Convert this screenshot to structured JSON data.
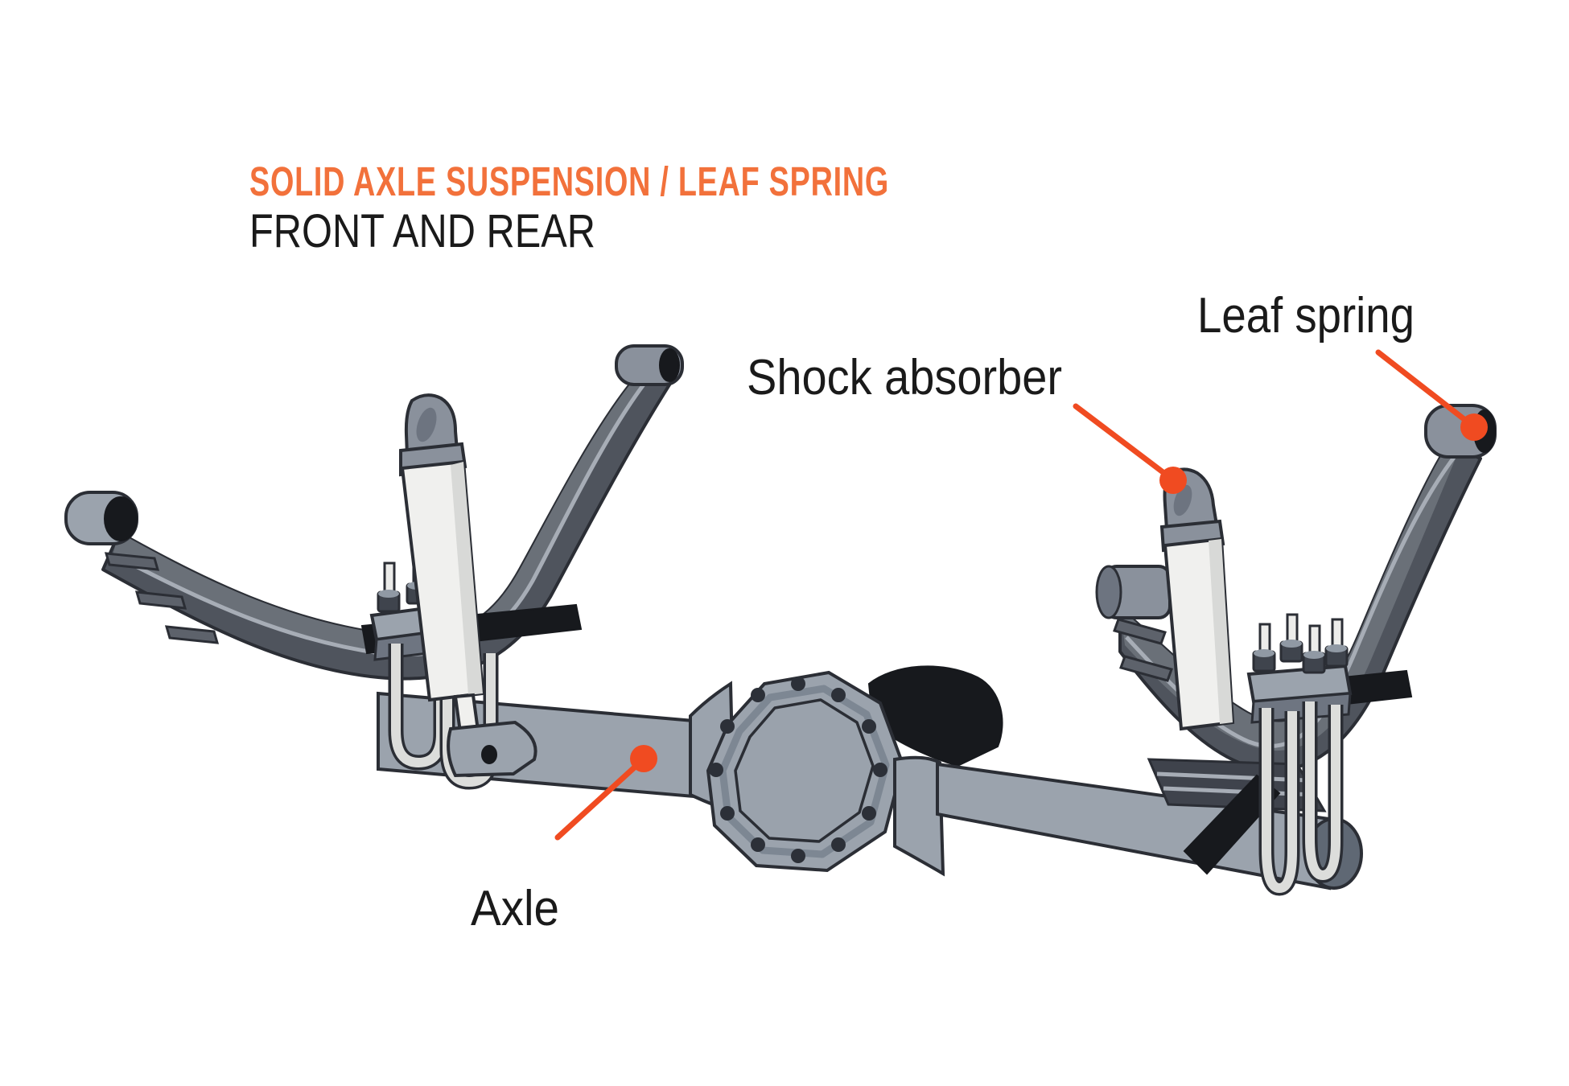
{
  "header": {
    "title": "SOLID AXLE SUSPENSION / LEAF SPRING",
    "subtitle": "FRONT AND REAR"
  },
  "labels": {
    "leaf_spring": "Leaf spring",
    "shock_absorber": "Shock absorber",
    "axle": "Axle"
  },
  "colors": {
    "title_orange": "#F2713B",
    "callout": "#F04B21",
    "text": "#1A1A1A",
    "background": "#FFFFFF",
    "metal_light": "#9BA3AD",
    "metal_dark": "#6E7581",
    "spring_dark": "#4F545D",
    "shock_body": "#F0F0EE",
    "black_part": "#17191D",
    "outline": "#2B2E35"
  }
}
